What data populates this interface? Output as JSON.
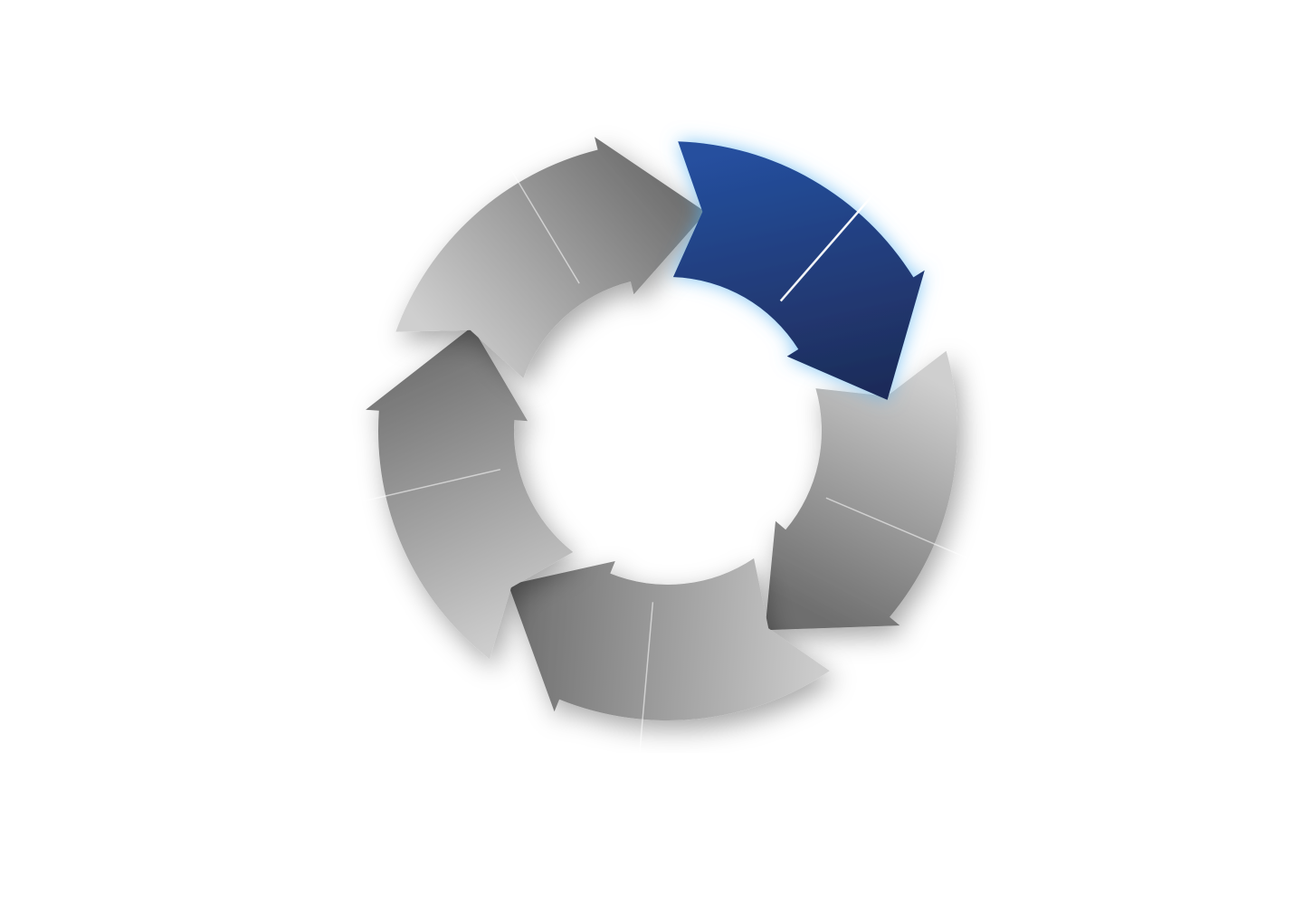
{
  "diagram": {
    "type": "cycle",
    "segment_count": 5,
    "highlighted_segment": 0,
    "colors": {
      "background": "#ffffff",
      "highlight_light": "#254f9e",
      "highlight_dark": "#1e2c5a",
      "highlight_glow": "#5ab2f0",
      "segment_light": "#cfcfcf",
      "segment_mid": "#a8a8a8",
      "segment_dark": "#6e6e6e",
      "divider": "#ffffff"
    },
    "segments": [
      {
        "index": 0,
        "state": "highlighted"
      },
      {
        "index": 1,
        "state": "normal"
      },
      {
        "index": 2,
        "state": "normal"
      },
      {
        "index": 3,
        "state": "normal"
      },
      {
        "index": 4,
        "state": "normal"
      }
    ]
  }
}
